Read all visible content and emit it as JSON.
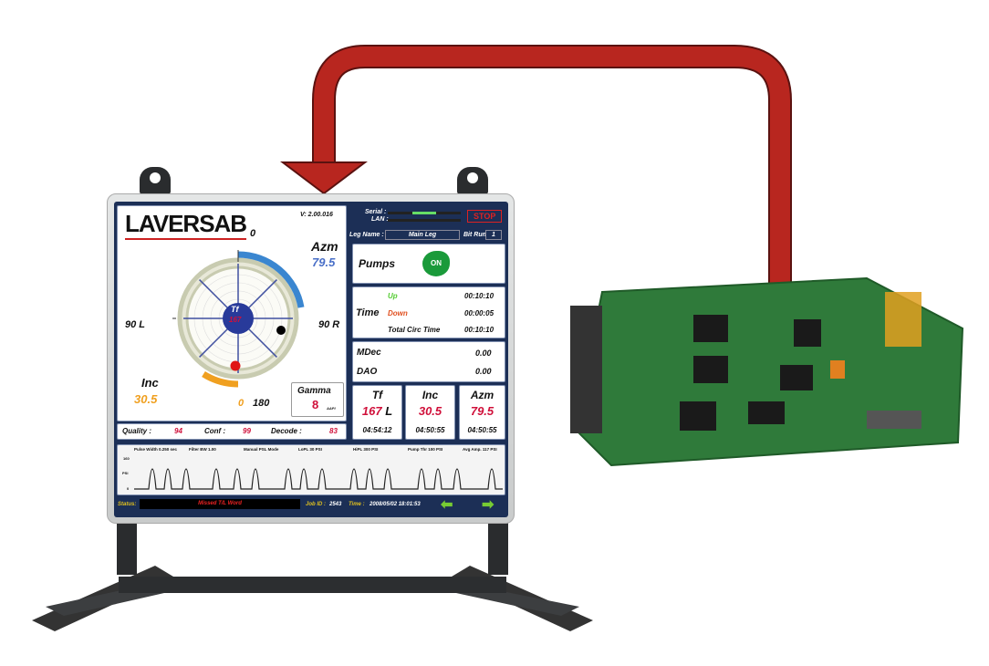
{
  "brand": "LAVERSAB",
  "version": "V: 2.00.016",
  "gauge": {
    "top": "0",
    "left": "90 L",
    "right": "90 R",
    "bottom": "180",
    "bottom_zero": "0",
    "center_label": "Tf",
    "center_value": "167"
  },
  "azm": {
    "label": "Azm",
    "value": "79.5"
  },
  "inc": {
    "label": "Inc",
    "value": "30.5"
  },
  "gamma": {
    "label": "Gamma",
    "value": "8",
    "unit": "AAPI"
  },
  "quality": {
    "quality_label": "Quality :",
    "quality": "94",
    "conf_label": "Conf :",
    "conf": "99",
    "decode_label": "Decode :",
    "decode": "83"
  },
  "header": {
    "serial": "Serial :",
    "lan": "LAN :",
    "stop": "STOP",
    "leg_label": "Leg Name :",
    "leg": "Main Leg",
    "bit_label": "Bit Run",
    "bit": "1"
  },
  "pumps": {
    "label": "Pumps",
    "state": "ON"
  },
  "time": {
    "label": "Time",
    "up": "Up",
    "up_val": "00:10:10",
    "down": "Down",
    "down_val": "00:00:05",
    "total": "Total Circ Time",
    "total_val": "00:10:10"
  },
  "mdec": {
    "label": "MDec",
    "value": "0.00"
  },
  "dao": {
    "label": "DAO",
    "value": "0.00"
  },
  "readouts": [
    {
      "label": "Tf",
      "value": "167",
      "suffix": "L",
      "time": "04:54:12"
    },
    {
      "label": "Inc",
      "value": "30.5",
      "time": "04:50:55"
    },
    {
      "label": "Azm",
      "value": "79.5",
      "time": "04:50:55"
    }
  ],
  "wave": {
    "params": [
      "Pulse Width 0.250 sec",
      "Filter BW 1.00",
      "Manual PSL Mode",
      "LoPL 30 PSI",
      "HiPL 300 PSI",
      "Pump Thr 100 PSI",
      "Avg Amp. 117 PSI"
    ],
    "ymax": "160",
    "yunit": "PSI",
    "ymin": "0"
  },
  "status": {
    "label": "Status:",
    "message": "Missed T/L Word",
    "job_label": "Job ID :",
    "job": "2543",
    "time_label": "Time :",
    "time": "2008/05/02 18:01:53"
  },
  "colors": {
    "arrow": "#b8261f",
    "screen": "#1c2f56",
    "pcb": "#2f7a3a"
  }
}
